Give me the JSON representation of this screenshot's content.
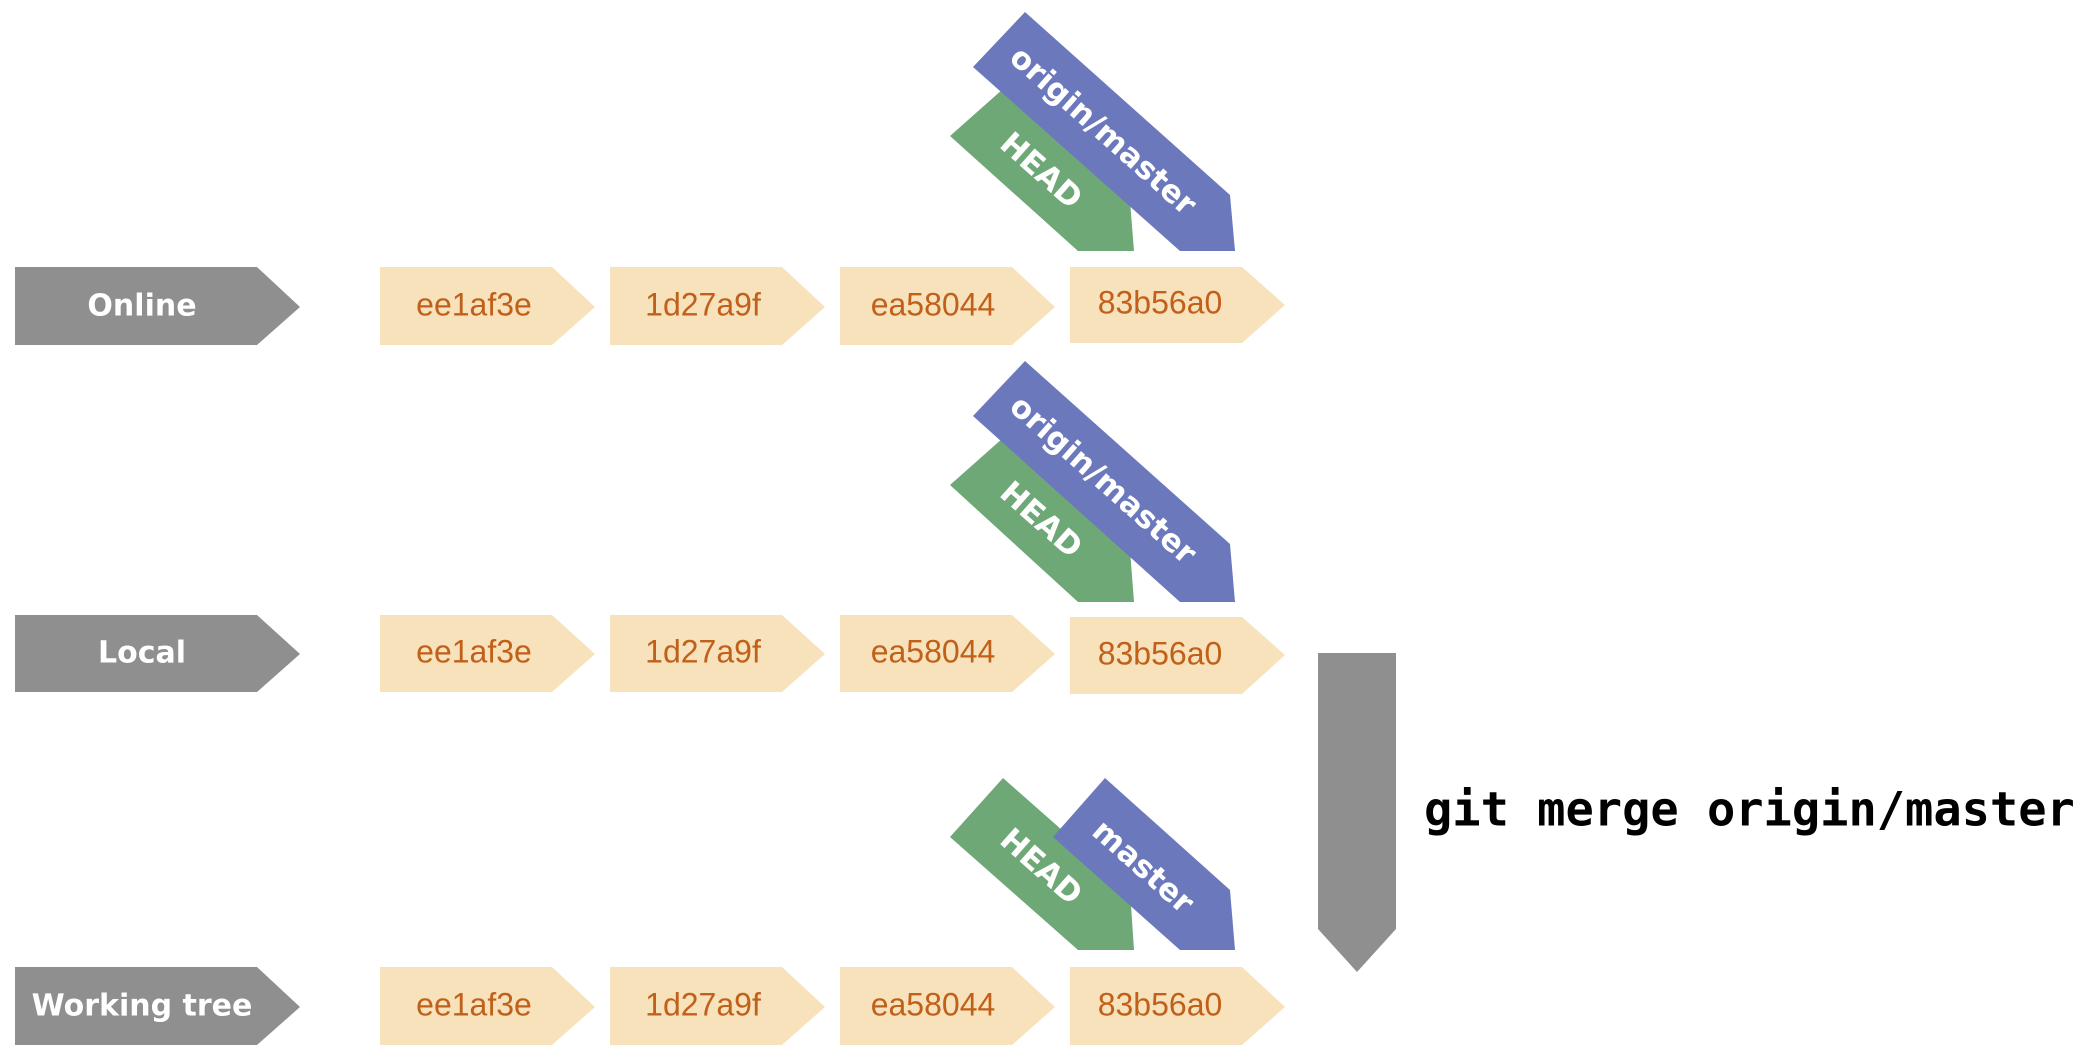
{
  "rows": {
    "online": "Online",
    "local": "Local",
    "working_tree": "Working tree"
  },
  "commits": [
    "ee1af3e",
    "1d27a9f",
    "ea58044",
    "83b56a0"
  ],
  "refs": {
    "head": "HEAD",
    "origin_master": "origin/master",
    "master": "master"
  },
  "command": "git merge origin/master",
  "colors": {
    "row_label": "#8f8f8f",
    "commit_fill": "#f7e2bb",
    "commit_text": "#c0601a",
    "head": "#6fa877",
    "origin_master": "#6b79bc",
    "master": "#6b79bc",
    "arrow": "#8f8f8f"
  }
}
